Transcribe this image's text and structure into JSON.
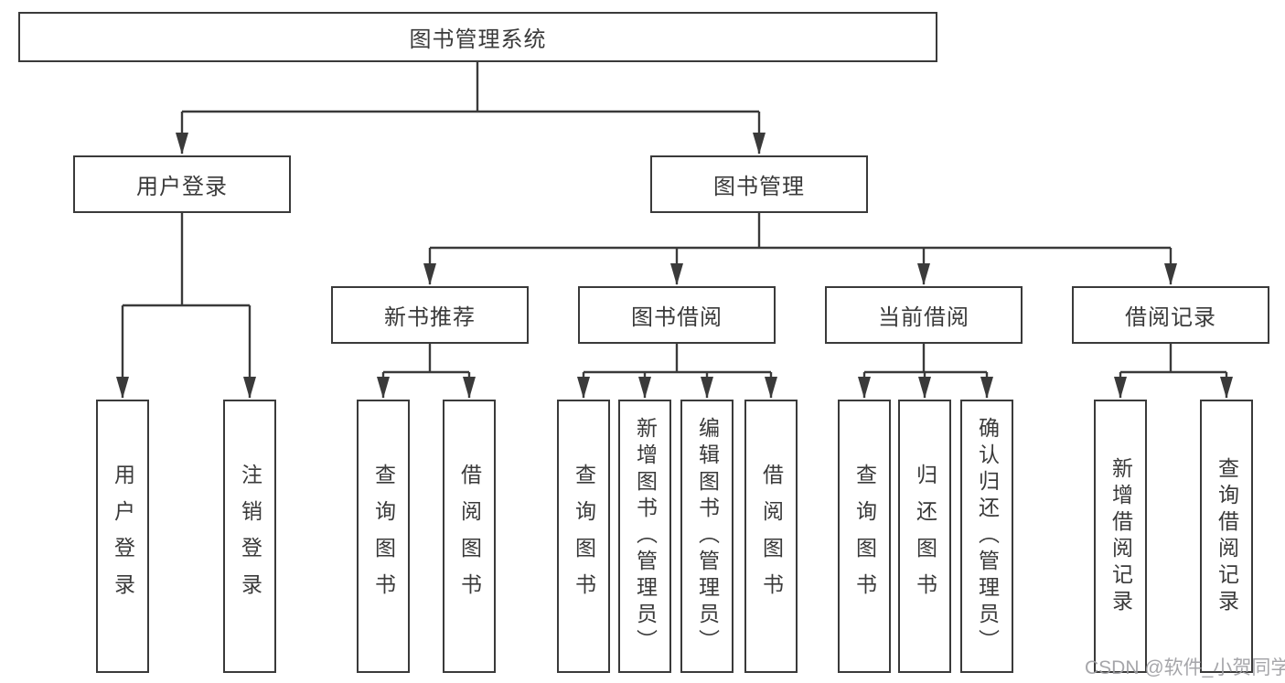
{
  "tree": {
    "root": {
      "label": "图书管理系统"
    },
    "branches": [
      {
        "label": "用户登录",
        "leaves": [
          {
            "label": "用户登录"
          },
          {
            "label": "注销登录"
          }
        ]
      },
      {
        "label": "图书管理",
        "children": [
          {
            "label": "新书推荐",
            "leaves": [
              {
                "label": "查询图书"
              },
              {
                "label": "借阅图书"
              }
            ]
          },
          {
            "label": "图书借阅",
            "leaves": [
              {
                "label": "查询图书"
              },
              {
                "label": "新增图书（管理员）"
              },
              {
                "label": "编辑图书（管理员）"
              },
              {
                "label": "借阅图书"
              }
            ]
          },
          {
            "label": "当前借阅",
            "leaves": [
              {
                "label": "查询图书"
              },
              {
                "label": "归还图书"
              },
              {
                "label": "确认归还（管理员）"
              }
            ]
          },
          {
            "label": "借阅记录",
            "leaves": [
              {
                "label": "新增借阅记录"
              },
              {
                "label": "查询借阅记录"
              }
            ]
          }
        ]
      }
    ]
  },
  "watermark": "CSDN @软件_小贺同学",
  "colors": {
    "line": "#3a3a3a",
    "box_border": "#3a3a3a",
    "text": "#3a3a3a",
    "watermark": "#9d9da1",
    "background": "#ffffff"
  }
}
